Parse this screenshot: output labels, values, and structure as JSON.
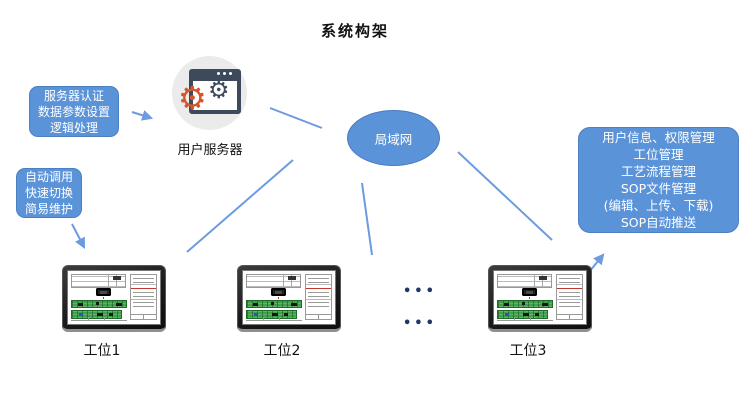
{
  "title": "系统构架",
  "boxes": {
    "server_functions": {
      "lines": [
        "服务器认证",
        "数据参数设置",
        "逻辑处理"
      ]
    },
    "station_functions": {
      "lines": [
        "自动调用",
        "快速切换",
        "简易维护"
      ]
    },
    "management_functions": {
      "lines": [
        "用户信息、权限管理",
        "工位管理",
        "工艺流程管理",
        "SOP文件管理",
        "(编辑、上传、下载)",
        "SOP自动推送"
      ]
    }
  },
  "nodes": {
    "server": {
      "label": "用户服务器",
      "icon": "server-window-gears-icon"
    },
    "lan": {
      "label": "局域网"
    }
  },
  "stations": [
    {
      "label": "工位1"
    },
    {
      "label": "工位2"
    },
    {
      "label": "工位3"
    }
  ],
  "more_stations_dots": "•••",
  "colors": {
    "accent_blue": "#5B93D8",
    "connector_blue": "#6C9BE0",
    "dots_navy": "#1F3864",
    "gear_orange": "#D6562C",
    "window_slate": "#3D4A5C"
  }
}
